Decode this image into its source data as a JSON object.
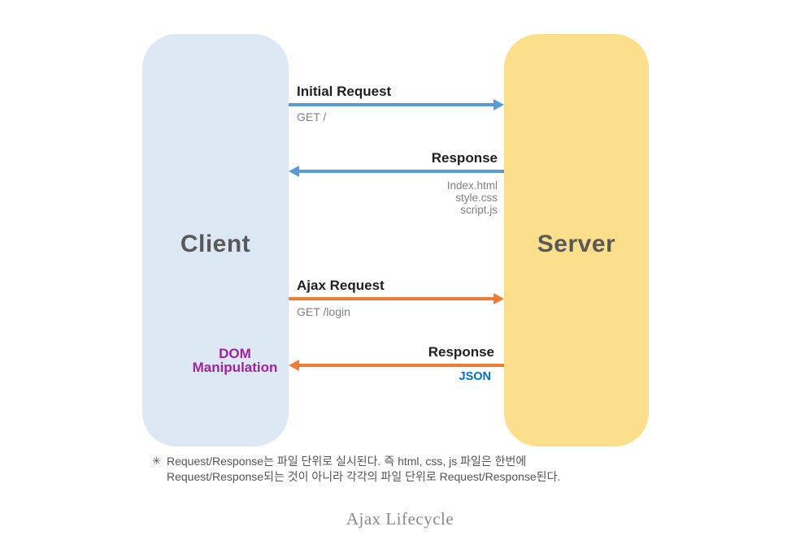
{
  "diagram": {
    "client": {
      "label": "Client",
      "annotation": [
        "DOM",
        "Manipulation"
      ]
    },
    "server": {
      "label": "Server"
    },
    "arrows": {
      "initial_request": {
        "label": "Initial Request",
        "detail": "GET /",
        "direction": "client-to-server",
        "color": "#5b9bd5"
      },
      "initial_response": {
        "label": "Response",
        "files": [
          "Index.html",
          "style.css",
          "script.js"
        ],
        "direction": "server-to-client",
        "color": "#5b9bd5"
      },
      "ajax_request": {
        "label": "Ajax Request",
        "detail": "GET /login",
        "direction": "client-to-server",
        "color": "#ed7d31"
      },
      "ajax_response": {
        "label": "Response",
        "detail": "JSON",
        "direction": "server-to-client",
        "color": "#ed7d31"
      }
    },
    "colors": {
      "client_box": "#dce9f5",
      "server_box": "#fbdf8b",
      "request_arrow": "#5b9bd5",
      "ajax_arrow": "#ed7d31",
      "dom_annotation_text": "#a3219c",
      "json_text": "#0072ce",
      "actor_text": "#595959"
    }
  },
  "footnote": {
    "marker": "✳",
    "line1": "Request/Response는 파일 단위로 실시된다. 즉 html, css, js 파일은 한번에",
    "line2": "Request/Response되는 것이 아니라 각각의 파일 단위로 Request/Response된다."
  },
  "caption": "Ajax Lifecycle"
}
